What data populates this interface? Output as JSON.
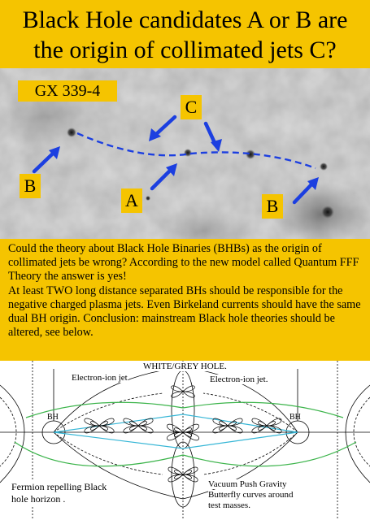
{
  "title": {
    "line1": "Black Hole candidates A or B are",
    "line2": "the origin of collimated jets C?"
  },
  "photo": {
    "source_label": "GX 339-4",
    "labels": {
      "c": "C",
      "a": "A",
      "b_left": "B",
      "b_right": "B"
    },
    "colors": {
      "arrow": "#1c3fe0",
      "label_bg": "#f5c400"
    }
  },
  "text": {
    "p1": "Could the theory about Black Hole Binaries (BHBs) as the origin of collimated jets be wrong? According to the new model called Quantum FFF Theory the answer is yes!",
    "p2": "At least TWO long distance separated BHs should be responsible for the negative charged plasma jets. Even Birkeland currents should have the same dual BH origin. Conclusion: mainstream Black hole theories should be altered, see below."
  },
  "diagram": {
    "top_label": "WHITE/GREY HOLE.",
    "jet_left": "Electron-ion jet.",
    "jet_right": "Electron-ion jet.",
    "bh_left": "BH",
    "bh_right": "BH",
    "fermion_line1": "Fermion repelling Black",
    "fermion_line2": "hole horizon .",
    "vacuum_line1": "Vacuum Push Gravity",
    "vacuum_line2": "Butterfly curves around",
    "vacuum_line3": "test masses.",
    "colors": {
      "green_line": "#3cb44b",
      "cyan_line": "#36b6d6"
    }
  }
}
